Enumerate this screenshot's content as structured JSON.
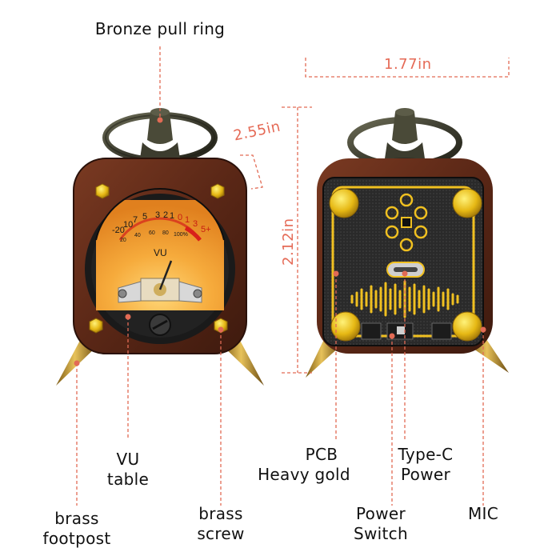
{
  "labels": {
    "pull_ring": "Bronze pull ring",
    "vu_table": [
      "VU",
      "table"
    ],
    "brass_footpost": [
      "brass",
      "footpost"
    ],
    "brass_screw": [
      "brass",
      "screw"
    ],
    "pcb": [
      "PCB",
      "Heavy gold"
    ],
    "type_c": [
      "Type-C",
      "Power"
    ],
    "power_switch": [
      "Power",
      "Switch"
    ],
    "mic": "MIC"
  },
  "dimensions": {
    "width": "1.77in",
    "depth": "2.55in",
    "height": "2.12in"
  },
  "meter": {
    "db_scale": [
      "-20",
      "10",
      "7",
      "5",
      "3",
      "2",
      "1",
      "0",
      "1",
      "3",
      "5+"
    ],
    "percent_scale": [
      "20",
      "40",
      "60",
      "80",
      "100%"
    ],
    "unit": "VU"
  },
  "colors": {
    "wood": "#5a2a18",
    "meter_face": "#f2a23a",
    "gold": "#f0c020",
    "brass": "#b8892a",
    "leader_line": "#e26b55"
  }
}
